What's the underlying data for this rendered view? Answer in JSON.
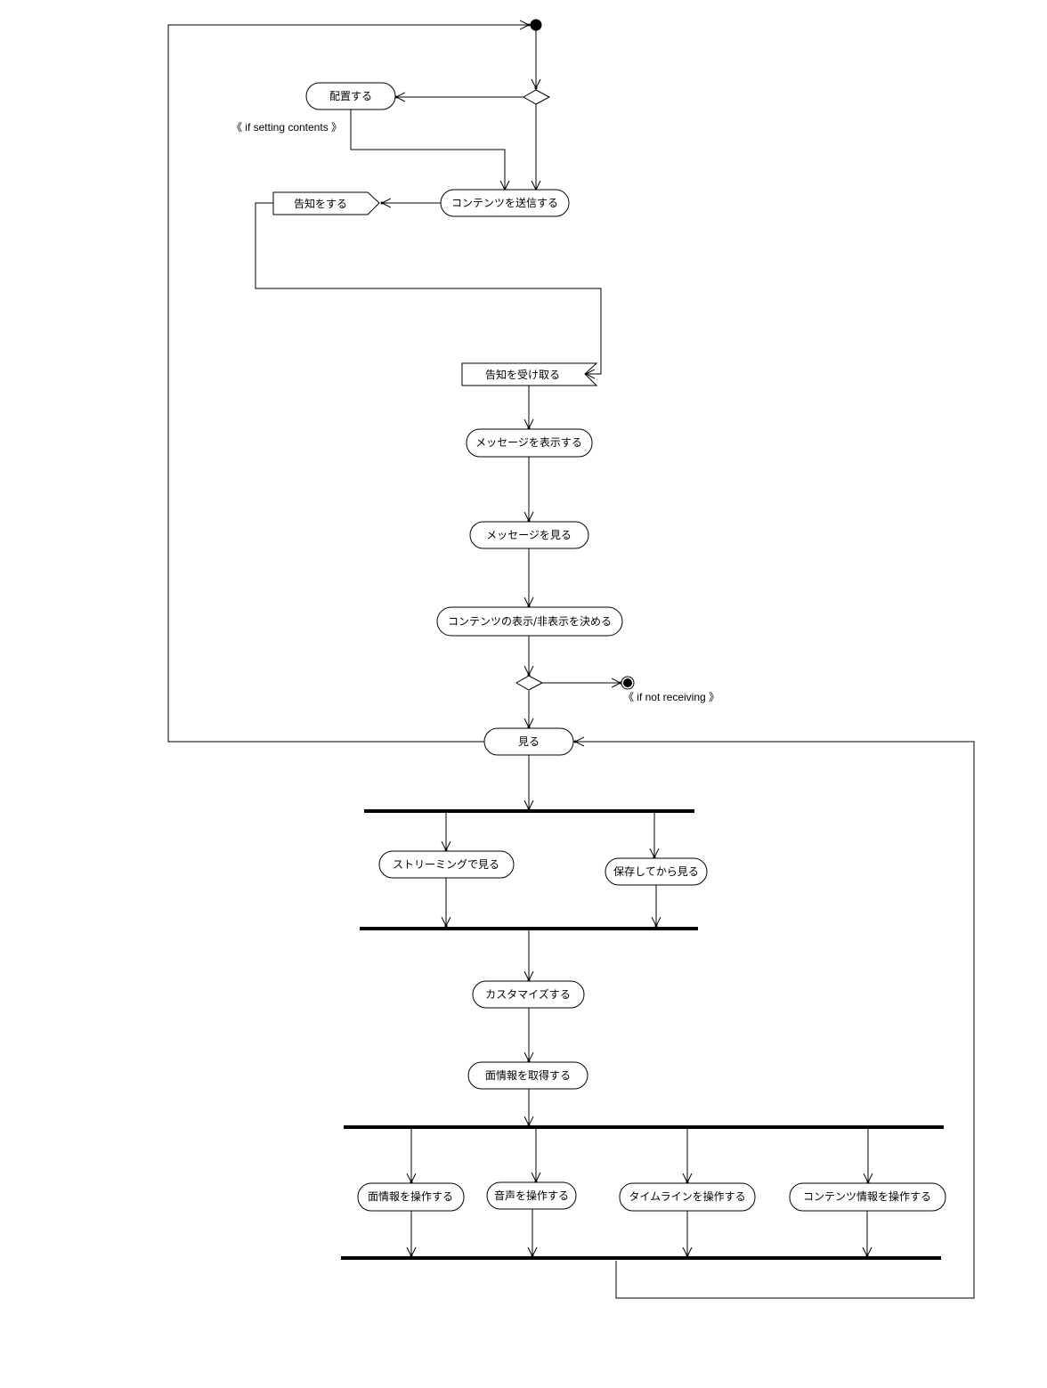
{
  "diagram": {
    "type": "UML activity diagram",
    "colors": {
      "line": "#000000",
      "background": "#ffffff",
      "node_fill": "#ffffff"
    },
    "nodes": {
      "start": {
        "kind": "initial"
      },
      "decision1": {
        "kind": "decision"
      },
      "place": {
        "kind": "action",
        "label": "配置する"
      },
      "send_contents": {
        "kind": "action",
        "label": "コンテンツを送信する"
      },
      "notify": {
        "kind": "send-signal",
        "label": "告知をする"
      },
      "receive_notice": {
        "kind": "accept-event",
        "label": "告知を受け取る"
      },
      "show_message": {
        "kind": "action",
        "label": "メッセージを表示する"
      },
      "view_message": {
        "kind": "action",
        "label": "メッセージを見る"
      },
      "decide_visibility": {
        "kind": "action",
        "label": "コンテンツの表示/非表示を決める"
      },
      "decision2": {
        "kind": "decision"
      },
      "end": {
        "kind": "final"
      },
      "view": {
        "kind": "action",
        "label": "見る"
      },
      "fork1": {
        "kind": "fork"
      },
      "view_streaming": {
        "kind": "action",
        "label": "ストリーミングで見る"
      },
      "view_saved": {
        "kind": "action",
        "label": "保存してから見る"
      },
      "join1": {
        "kind": "join"
      },
      "customize": {
        "kind": "action",
        "label": "カスタマイズする"
      },
      "get_screen_info": {
        "kind": "action",
        "label": "面情報を取得する"
      },
      "fork2": {
        "kind": "fork"
      },
      "op_screen_info": {
        "kind": "action",
        "label": "面情報を操作する"
      },
      "op_audio": {
        "kind": "action",
        "label": "音声を操作する"
      },
      "op_timeline": {
        "kind": "action",
        "label": "タイムラインを操作する"
      },
      "op_content_info": {
        "kind": "action",
        "label": "コンテンツ情報を操作する"
      },
      "join2": {
        "kind": "join"
      }
    },
    "guards": {
      "setting": "《 if setting contents 》",
      "not_receiving": "《 if not receiving 》"
    },
    "edges": [
      {
        "from": "start",
        "to": "decision1"
      },
      {
        "from": "decision1",
        "to": "place",
        "guard": "setting"
      },
      {
        "from": "decision1",
        "to": "send_contents"
      },
      {
        "from": "place",
        "to": "send_contents"
      },
      {
        "from": "send_contents",
        "to": "notify"
      },
      {
        "from": "notify",
        "to": "receive_notice"
      },
      {
        "from": "receive_notice",
        "to": "show_message"
      },
      {
        "from": "show_message",
        "to": "view_message"
      },
      {
        "from": "view_message",
        "to": "decide_visibility"
      },
      {
        "from": "decide_visibility",
        "to": "decision2"
      },
      {
        "from": "decision2",
        "to": "end",
        "guard": "not_receiving"
      },
      {
        "from": "decision2",
        "to": "view"
      },
      {
        "from": "view",
        "to": "start"
      },
      {
        "from": "view",
        "to": "fork1"
      },
      {
        "from": "fork1",
        "to": "view_streaming"
      },
      {
        "from": "fork1",
        "to": "view_saved"
      },
      {
        "from": "view_streaming",
        "to": "join1"
      },
      {
        "from": "view_saved",
        "to": "join1"
      },
      {
        "from": "join1",
        "to": "customize"
      },
      {
        "from": "customize",
        "to": "get_screen_info"
      },
      {
        "from": "get_screen_info",
        "to": "fork2"
      },
      {
        "from": "fork2",
        "to": "op_screen_info"
      },
      {
        "from": "fork2",
        "to": "op_audio"
      },
      {
        "from": "fork2",
        "to": "op_timeline"
      },
      {
        "from": "fork2",
        "to": "op_content_info"
      },
      {
        "from": "op_screen_info",
        "to": "join2"
      },
      {
        "from": "op_audio",
        "to": "join2"
      },
      {
        "from": "op_timeline",
        "to": "join2"
      },
      {
        "from": "op_content_info",
        "to": "join2"
      },
      {
        "from": "join2",
        "to": "view"
      }
    ]
  }
}
